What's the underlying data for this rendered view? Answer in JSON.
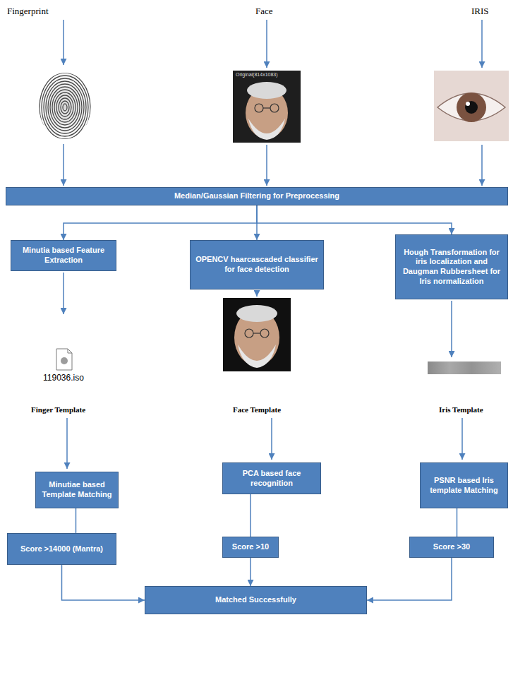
{
  "diagram": {
    "nodes": [
      {
        "text": [
          "Median/Gaussian Filtering for Preprocessing"
        ]
      },
      {
        "text": [
          "Minutia based Feature Extraction"
        ]
      },
      {
        "text": [
          "OPENCV haarcascaded classifier for face detection"
        ]
      },
      {
        "text": [
          "Hough Transformation for iris localization and Daugman Rubbersheet for Iris normalization"
        ]
      },
      {
        "text": [
          "Minutiae based Template Matching"
        ]
      },
      {
        "text": [
          "PCA based face recognition"
        ]
      },
      {
        "text": [
          "PSNR based Iris template Matching"
        ]
      },
      {
        "text": [
          "Score >14000 (Mantra)"
        ]
      },
      {
        "text": [
          "Score >10"
        ]
      },
      {
        "text": [
          "Score >30"
        ]
      },
      {
        "text": [
          "Matched Successfully"
        ]
      }
    ],
    "edges": [
      {
        "from": 0,
        "to": 1,
        "arrow": "to"
      },
      {
        "from": 0,
        "to": 2,
        "arrow": "to"
      },
      {
        "from": 0,
        "to": 3,
        "arrow": "to"
      },
      {
        "from": 4,
        "to": 7,
        "arrow": "none"
      },
      {
        "from": 5,
        "to": 8,
        "arrow": "none"
      },
      {
        "from": 6,
        "to": 9,
        "arrow": "none"
      },
      {
        "from": 7,
        "to": 10,
        "arrow": "to"
      },
      {
        "from": 8,
        "to": 10,
        "arrow": "to"
      },
      {
        "from": 9,
        "to": 10,
        "arrow": "to"
      }
    ],
    "labels": [
      "Fingerprint",
      "Face",
      "IRIS",
      "Original(814x1083)",
      "119036.iso",
      "Finger Template",
      "Face Template",
      "Iris Template"
    ]
  }
}
